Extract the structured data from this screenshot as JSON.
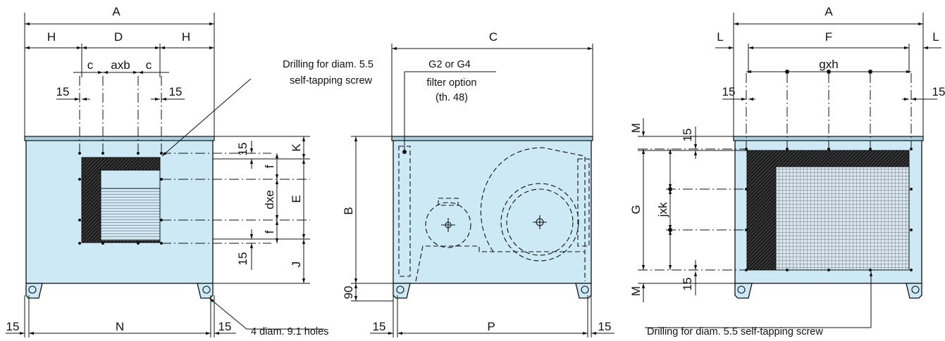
{
  "front": {
    "dim_A": "A",
    "dim_H_left": "H",
    "dim_D": "D",
    "dim_H_right": "H",
    "dim_c_left": "c",
    "dim_axb": "axb",
    "dim_c_right": "c",
    "dim_15_left": "15",
    "dim_15_right": "15",
    "dim_15_top": "15",
    "dim_K": "K",
    "dim_f_top": "f",
    "dim_dxe": "dxe",
    "dim_E": "E",
    "dim_f_bottom": "f",
    "dim_15_bottom": "15",
    "dim_J": "J",
    "dim_15_foot_left": "15",
    "dim_N": "N",
    "dim_15_foot_right": "15",
    "drilling_note_line1": "Drilling for diam. 5.5",
    "drilling_note_line2": "self-tapping screw",
    "holes_note": "4 diam. 9.1 holes"
  },
  "side": {
    "dim_C": "C",
    "dim_B": "B",
    "dim_90": "90",
    "dim_15_foot_left": "15",
    "dim_P": "P",
    "dim_15_foot_right": "15",
    "filter_line1": "G2 or G4",
    "filter_line2": "filter option",
    "filter_line3": "(th. 48)"
  },
  "rear": {
    "dim_A": "A",
    "dim_L_left": "L",
    "dim_F": "F",
    "dim_L_right": "L",
    "dim_gxh": "gxh",
    "dim_15_left": "15",
    "dim_15_right": "15",
    "dim_M_top": "M",
    "dim_15_top": "15",
    "dim_G": "G",
    "dim_jxk": "jxk",
    "dim_15_bottom": "15",
    "dim_M_bottom": "M",
    "drilling_note": "Drilling for diam. 5.5 self-tapping screw"
  }
}
